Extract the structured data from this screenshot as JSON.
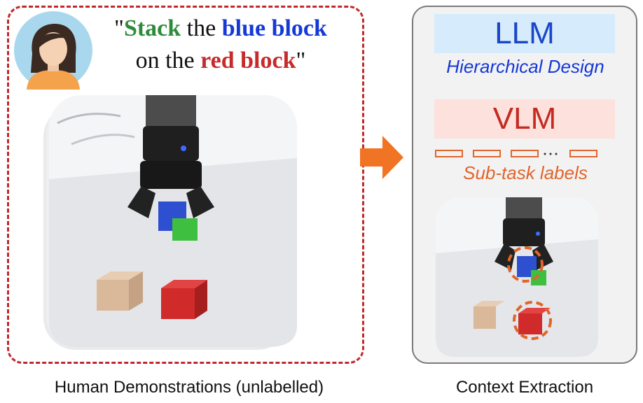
{
  "instruction": {
    "quote_open": "\"",
    "word_stack": "Stack",
    "word_the1": " the ",
    "word_blue_block": "blue block",
    "word_on_the": "on the ",
    "word_red_block": "red block",
    "quote_close": "\""
  },
  "right": {
    "llm": "LLM",
    "llm_subtitle": "Hierarchical Design",
    "vlm": "VLM",
    "sub_task_labels": "Sub-task labels"
  },
  "captions": {
    "left": "Human Demonstrations (unlabelled)",
    "right": "Context Extraction"
  },
  "colors": {
    "dashed_border": "#c0282d",
    "arrow": "#f07424",
    "llm_fill": "#d6ebfb",
    "vlm_fill": "#fde1dc",
    "label_orange": "#e0652c"
  },
  "icons": [
    "user-avatar-icon",
    "arrow-right-icon",
    "gripper-icon"
  ]
}
